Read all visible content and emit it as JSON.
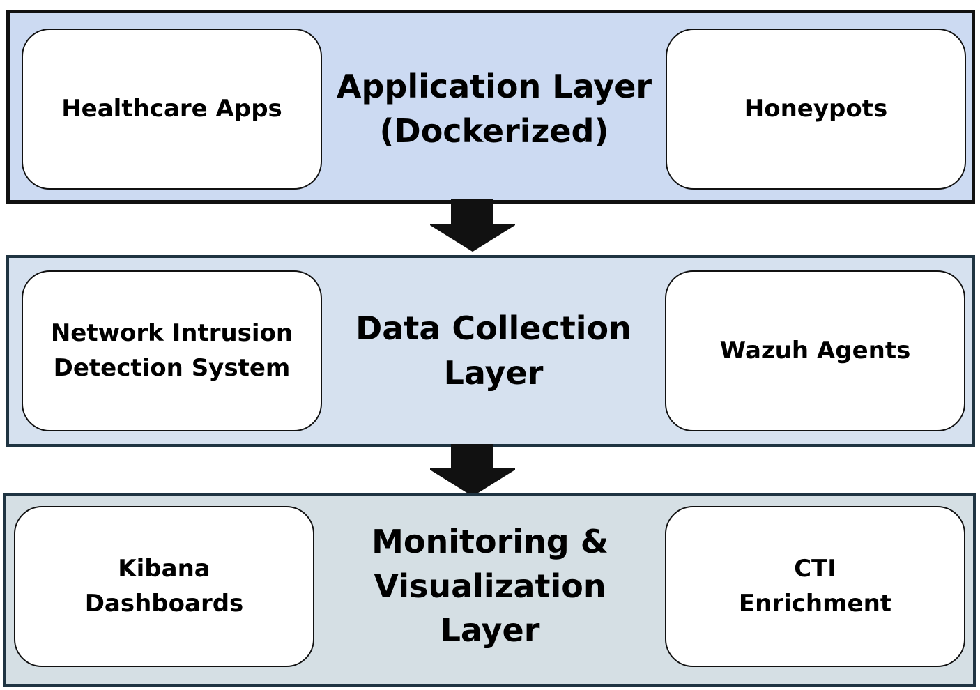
{
  "colors": {
    "application_layer_fill": "#ccdaf2",
    "data_collection_layer_fill": "#d6e1ef",
    "monitoring_layer_fill": "#d5dfe4",
    "box_fill": "#ffffff",
    "stroke": "#111111",
    "arrow": "#111111"
  },
  "layers": [
    {
      "title": "Application Layer\n(Dockerized)",
      "left_box": "Healthcare Apps",
      "right_box": "Honeypots"
    },
    {
      "title": "Data Collection\nLayer",
      "left_box": "Network Intrusion\nDetection System",
      "right_box": "Wazuh Agents"
    },
    {
      "title": "Monitoring &\nVisualization\nLayer",
      "left_box": "Kibana\nDashboards",
      "right_box": "CTI\nEnrichment"
    }
  ],
  "arrows": [
    {
      "from": "Application Layer",
      "to": "Data Collection Layer",
      "icon": "down-arrow-icon"
    },
    {
      "from": "Data Collection Layer",
      "to": "Monitoring & Visualization Layer",
      "icon": "down-arrow-icon"
    }
  ]
}
